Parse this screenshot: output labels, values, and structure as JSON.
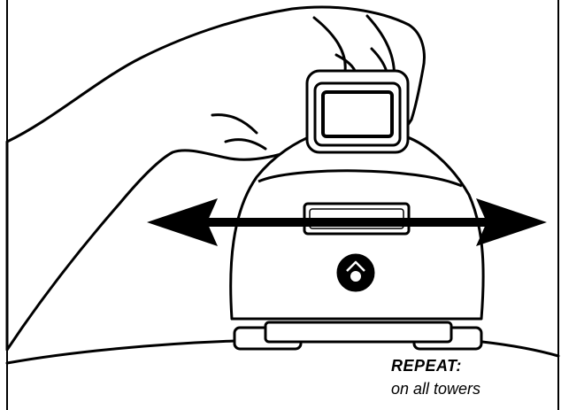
{
  "caption": {
    "title": "REPEAT:",
    "subtitle": "on all towers"
  },
  "colors": {
    "ink": "#000000",
    "paper": "#ffffff"
  },
  "icons": {
    "arrow": "double-headed-horizontal-arrow",
    "device": "tower-unit",
    "hand": "hand"
  }
}
